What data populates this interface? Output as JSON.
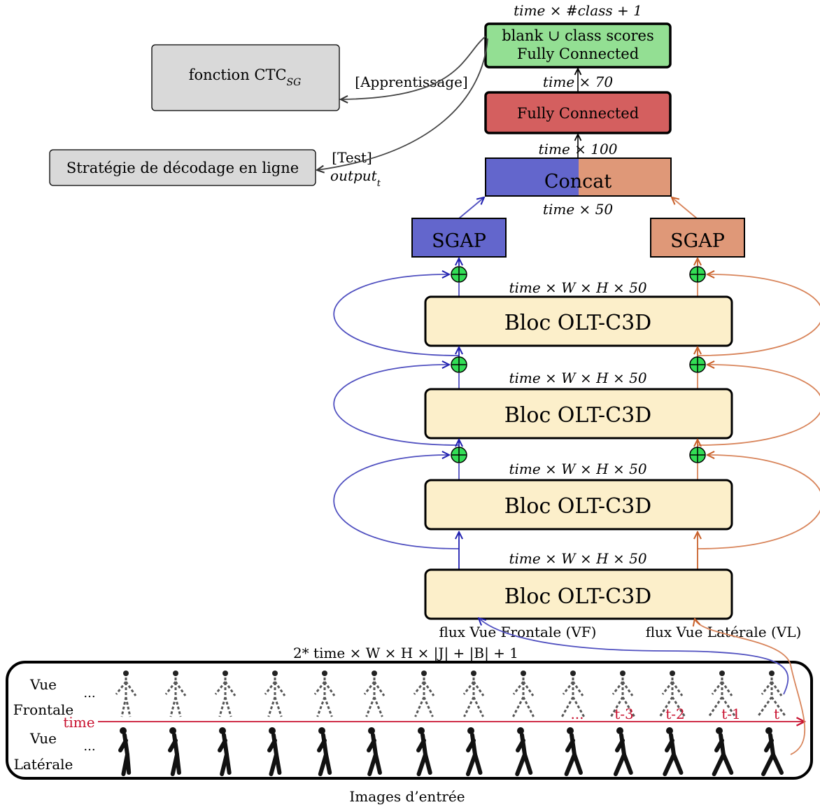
{
  "output_dim": "time × #class + 1",
  "output_box": {
    "line1": "blank ∪ class scores",
    "line2": "Fully Connected",
    "color": "#93df93"
  },
  "fc_dim": "time × 70",
  "fc_box": {
    "label": "Fully Connected",
    "color": "#d45f5f"
  },
  "concat_dim": "time × 100",
  "concat_box": {
    "label": "Concat",
    "color_left": "#6366cc",
    "color_right": "#df9878"
  },
  "concat_input_dim": "time × 50",
  "sgap_left": {
    "label": "SGAP",
    "color": "#6366cc"
  },
  "sgap_right": {
    "label": "SGAP",
    "color": "#df9878"
  },
  "bloc_label": "Bloc OLT-C3D",
  "bloc_color": "#fcefca",
  "bloc_dims": [
    "time × W × H × 50",
    "time × W × H × 50",
    "time × W × H × 50",
    "time × W × H × 50"
  ],
  "ctc_box": {
    "label": "fonction CTC",
    "subscript": "SG"
  },
  "decode_box": {
    "label": "Stratégie de décodage en ligne"
  },
  "train_label": "[Apprentissage]",
  "test_label": "[Test]",
  "output_t": "output",
  "output_t_sub": "t",
  "stream_vf": "flux Vue Frontale (VF)",
  "stream_vl": "flux Vue Latérale (VL)",
  "input_dim": "2* time × W × H × |J| + |B| + 1",
  "view_front": [
    "Vue",
    "Frontale"
  ],
  "view_side": [
    "Vue",
    "Latérale"
  ],
  "ellipsis": "...",
  "time_label": "time",
  "time_ticks": [
    "...",
    "t-3",
    "t-2",
    "t-1",
    "t"
  ],
  "caption": "Images d’entrée",
  "colors": {
    "vf_stream": "#5050c0",
    "vl_stream": "#d8845a",
    "add_node": "#33dd55",
    "timeline": "#c8102e"
  },
  "icons": {
    "add_node": "circled-plus-icon",
    "skeleton": "skeleton-frame-icon"
  }
}
